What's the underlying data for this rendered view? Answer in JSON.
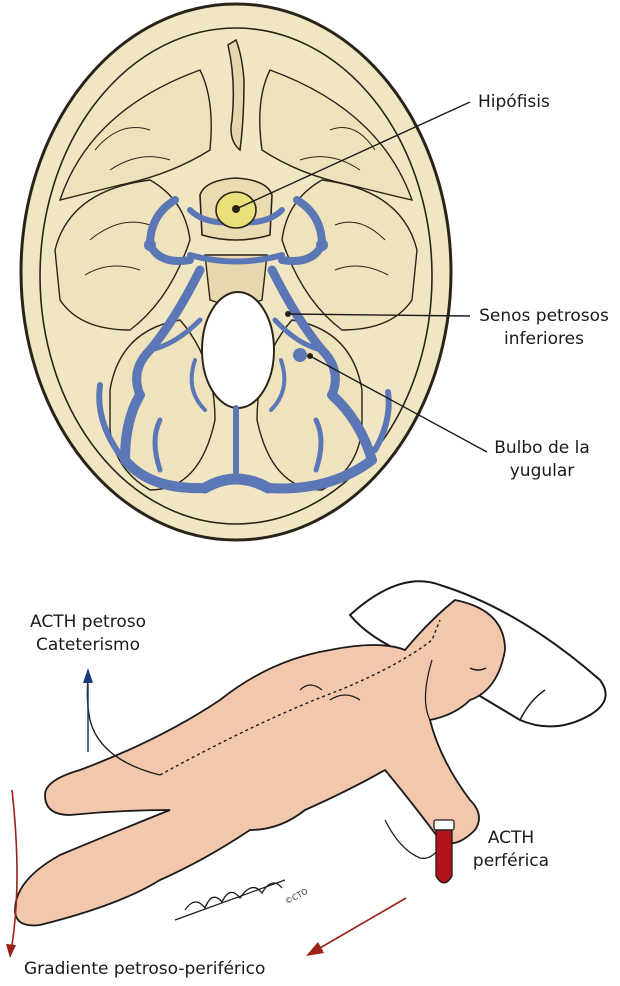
{
  "labels": {
    "hipofisis": "Hipófisis",
    "senos_line1": "Senos petrosos",
    "senos_line2": "inferiores",
    "bulbo_line1": "Bulbo de la",
    "bulbo_line2": "yugular",
    "acth_petroso_line1": "ACTH petroso",
    "acth_petroso_line2": "Cateterismo",
    "acth_perif_line1": "ACTH",
    "acth_perif_line2": "perférica",
    "gradiente": "Gradiente petroso-periférico",
    "copyright": "©CTO"
  },
  "colors": {
    "bone": "#f1e6c4",
    "bone_outline": "#2a2418",
    "veins": "#5c77b5",
    "pituitary": "#e9e07a",
    "skin": "#f3c7ac",
    "blood": "#b3141c",
    "arrow_red": "#9c2018",
    "arrow_blue": "#1c3a78"
  }
}
